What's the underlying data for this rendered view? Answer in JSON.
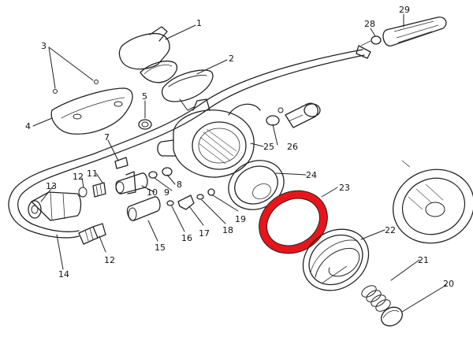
{
  "highlight_color": "#e8151b",
  "highlighted_part": "23",
  "labels": [
    "1",
    "2",
    "3",
    "4",
    "5",
    "7",
    "8",
    "9",
    "10",
    "11",
    "12",
    "12",
    "13",
    "14",
    "15",
    "16",
    "17",
    "18",
    "19",
    "20",
    "21",
    "22",
    "23",
    "24",
    "25",
    "26",
    "28",
    "29"
  ]
}
